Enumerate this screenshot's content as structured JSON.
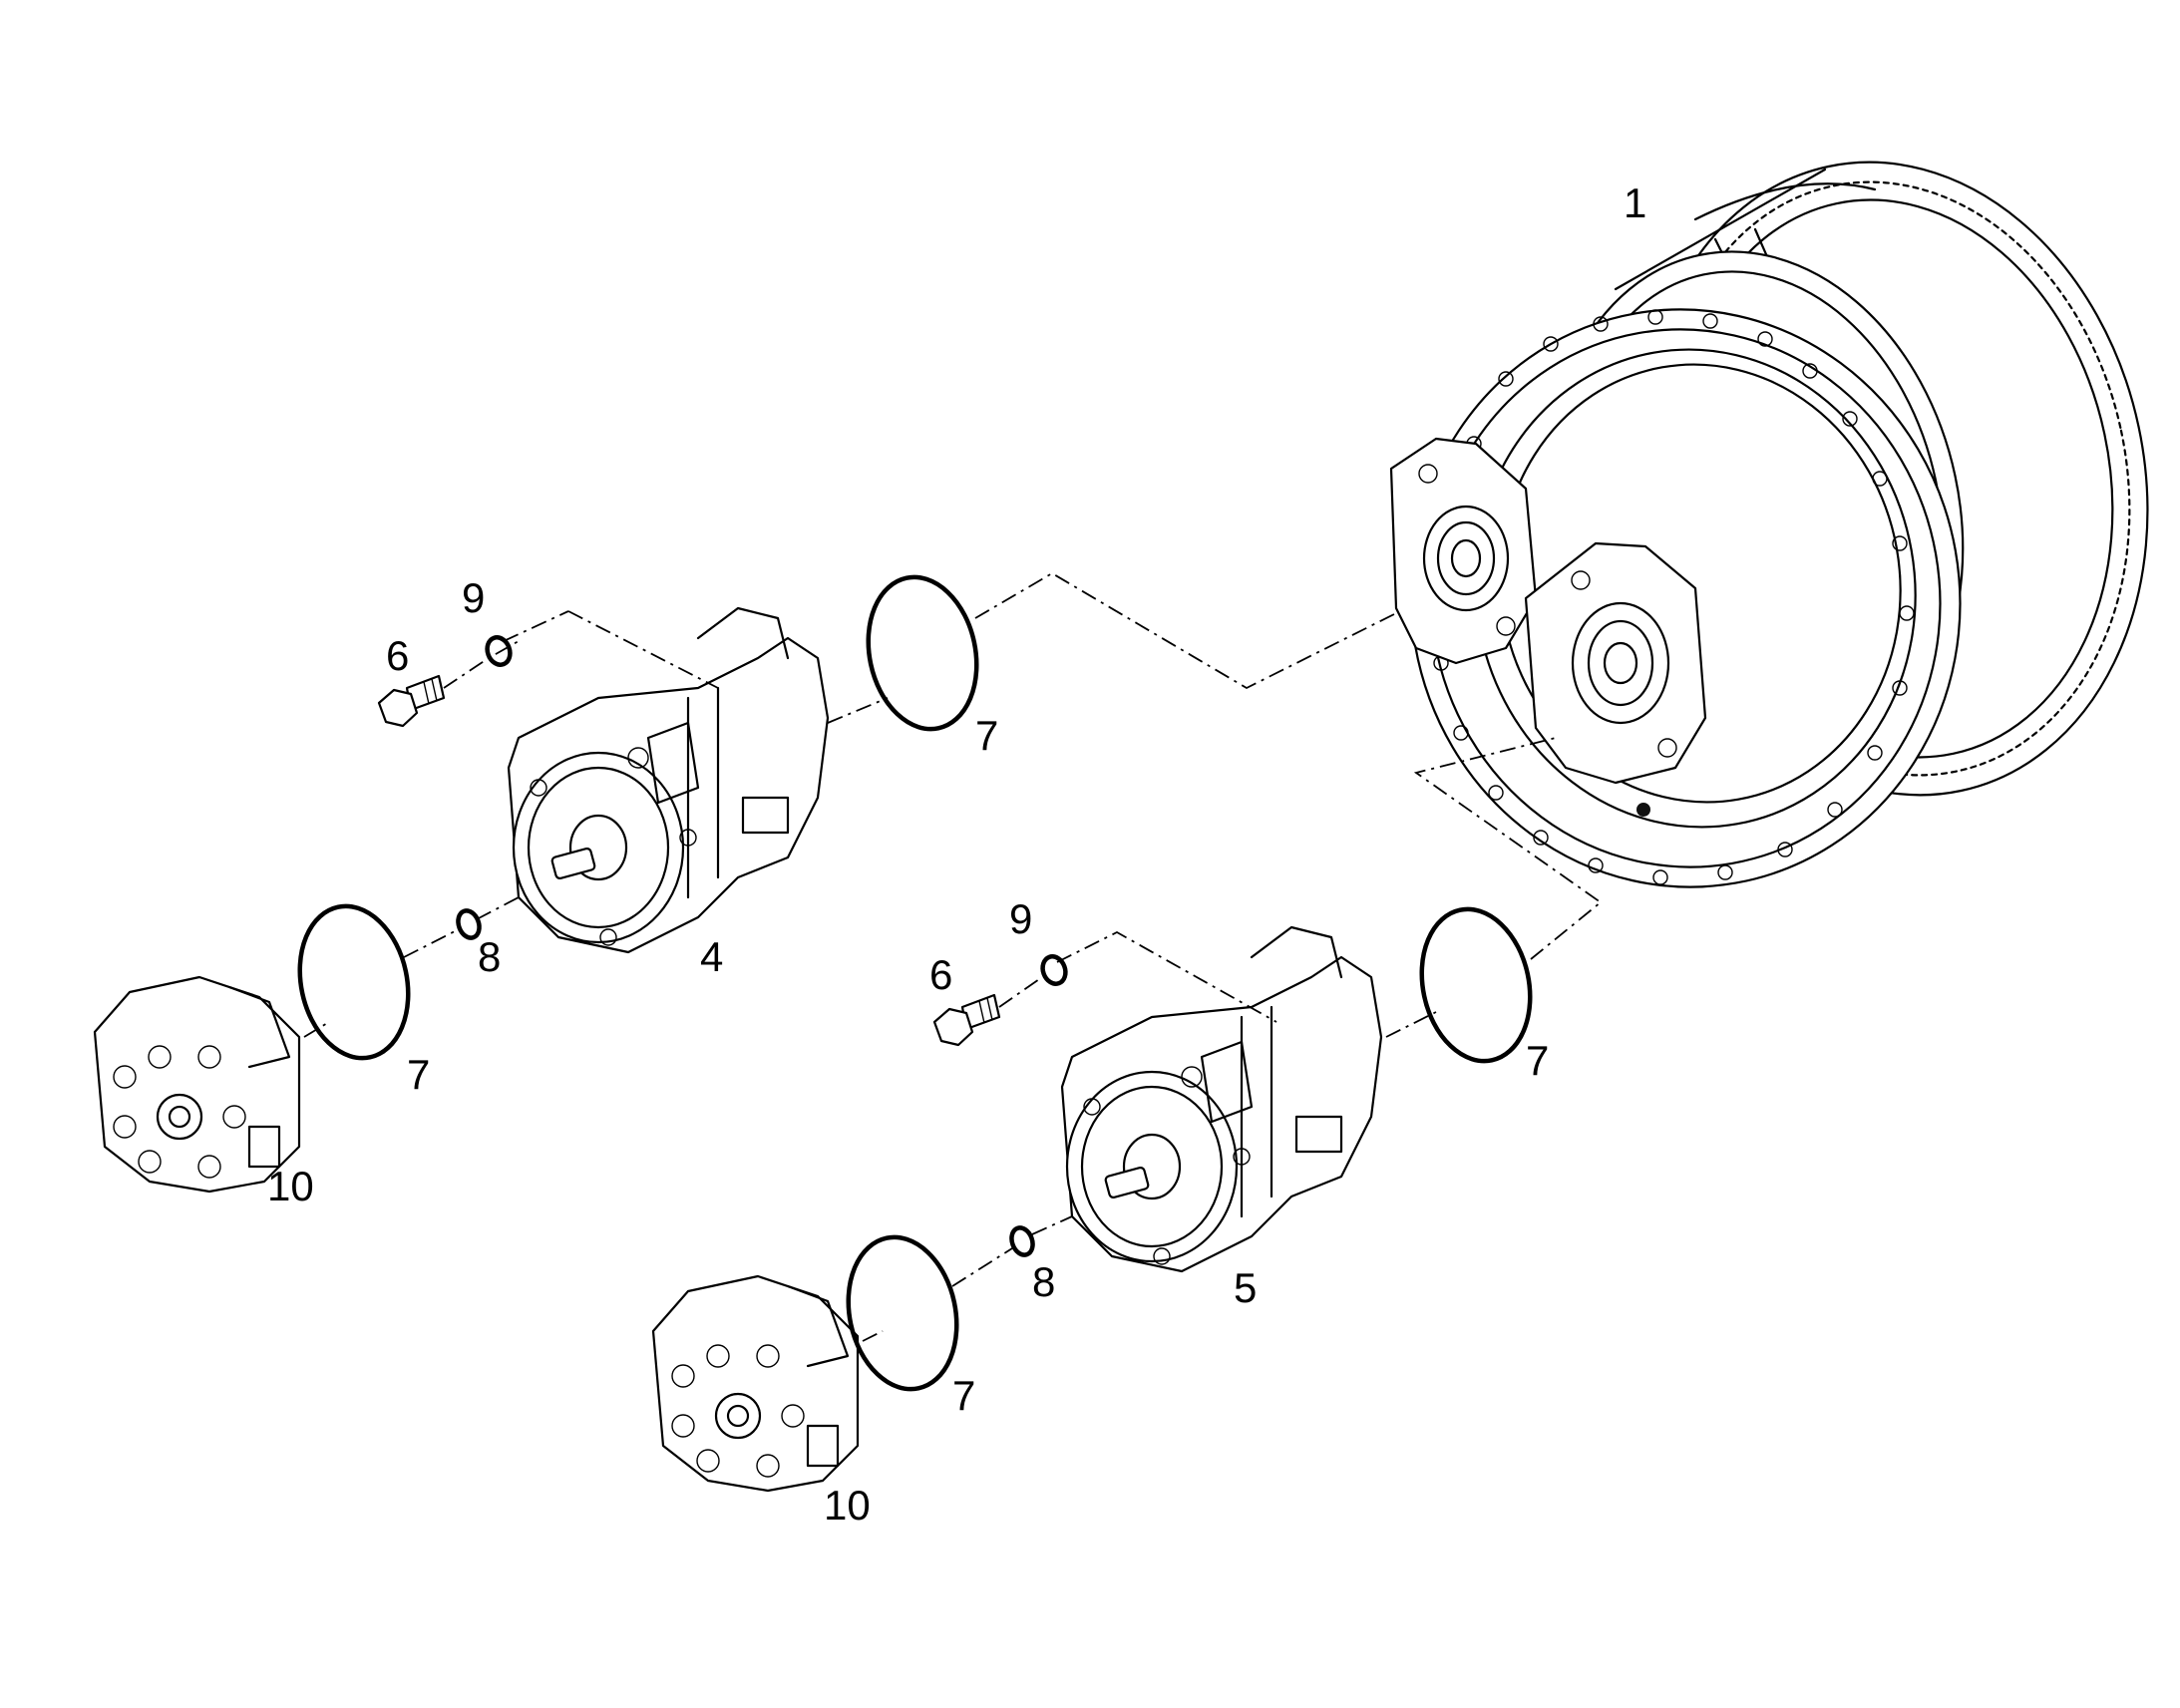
{
  "callouts": {
    "p1": "1",
    "p4": "4",
    "p5": "5",
    "p6a": "6",
    "p6b": "6",
    "p7a": "7",
    "p7b": "7",
    "p7c": "7",
    "p7d": "7",
    "p8a": "8",
    "p8b": "8",
    "p9a": "9",
    "p9b": "9",
    "p10a": "10",
    "p10b": "10"
  },
  "colors": {
    "line": "#000000",
    "background": "#ffffff"
  }
}
